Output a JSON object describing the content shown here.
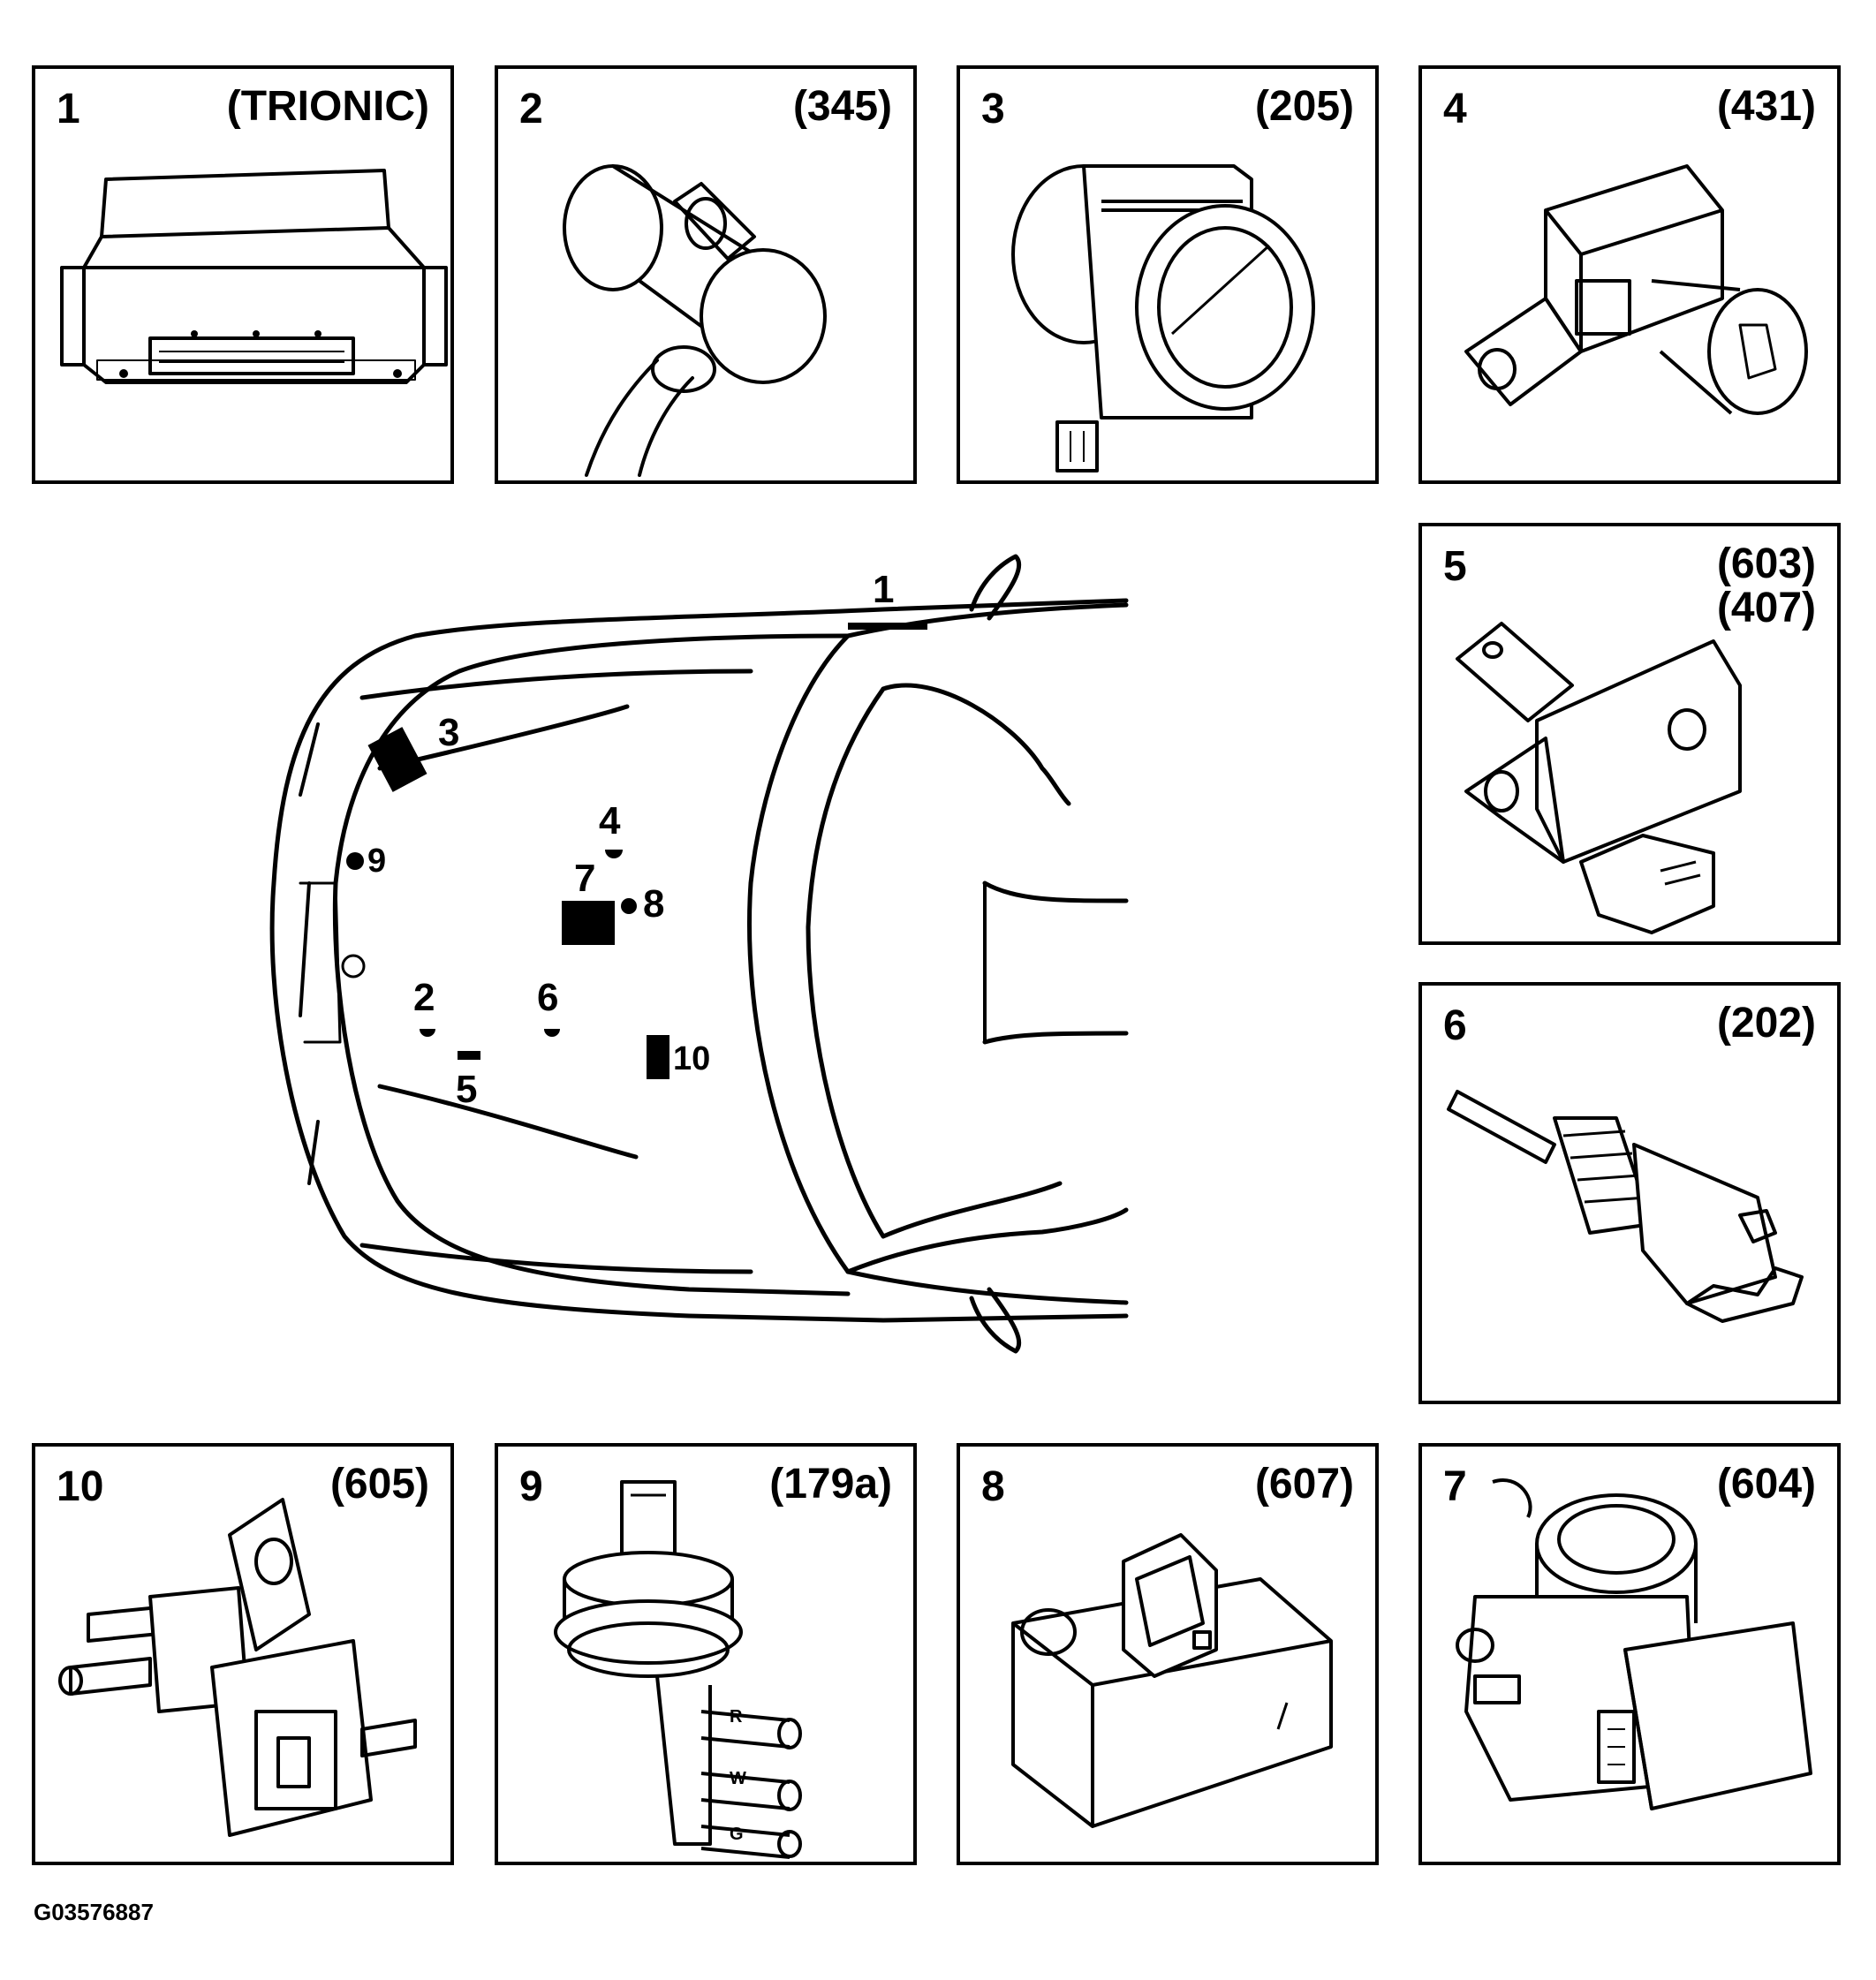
{
  "panels": [
    {
      "num": "1",
      "code": "(TRIONIC)",
      "icon": "ecu-control-module-icon"
    },
    {
      "num": "2",
      "code": "(345)",
      "icon": "crankshaft-sensor-icon"
    },
    {
      "num": "3",
      "code": "(205)",
      "icon": "mass-air-flow-sensor-icon"
    },
    {
      "num": "4",
      "code": "(431)",
      "icon": "pressure-sensor-icon"
    },
    {
      "num": "5",
      "code_lines": [
        "(603)",
        "(407)"
      ],
      "icon": "map-sensor-icon"
    },
    {
      "num": "6",
      "code": "(202)",
      "icon": "temperature-sensor-icon"
    },
    {
      "num": "10",
      "code": "(605)",
      "icon": "solenoid-valve-icon"
    },
    {
      "num": "9",
      "code": "(179a)",
      "icon": "vacuum-valve-icon",
      "port_labels": [
        "R",
        "W",
        "G"
      ]
    },
    {
      "num": "8",
      "code": "(607)",
      "icon": "sensor-module-icon"
    },
    {
      "num": "7",
      "code": "(604)",
      "icon": "throttle-body-icon"
    }
  ],
  "car_callouts": {
    "c1": "1",
    "c2": "2",
    "c3": "3",
    "c4": "4",
    "c5": "5",
    "c6": "6",
    "c7": "7",
    "c8": "8",
    "c9": "9",
    "c10": "10"
  },
  "figure_id": "G03576887"
}
